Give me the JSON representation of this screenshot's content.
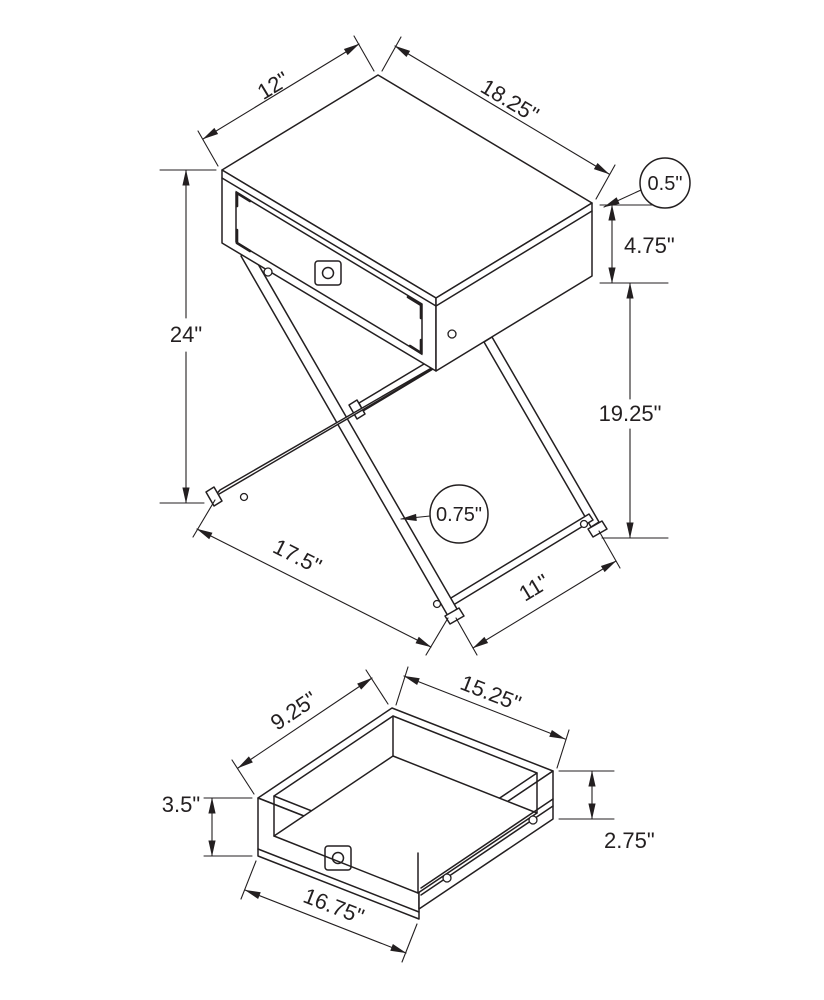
{
  "colors": {
    "line": "#231f20",
    "background": "#ffffff"
  },
  "table_view": {
    "dims": {
      "top_depth": "12\"",
      "top_width": "18.25\"",
      "top_thickness": "0.5\"",
      "drawer_box_height": "4.75\"",
      "overall_height": "24\"",
      "leg_height": "19.25\"",
      "leg_thickness": "0.75\"",
      "base_depth": "17.5\"",
      "base_width": "11\""
    }
  },
  "drawer_view": {
    "dims": {
      "inner_depth": "9.25\"",
      "inner_width": "15.25\"",
      "front_height": "3.5\"",
      "side_height": "2.75\"",
      "outer_width": "16.75\""
    }
  }
}
